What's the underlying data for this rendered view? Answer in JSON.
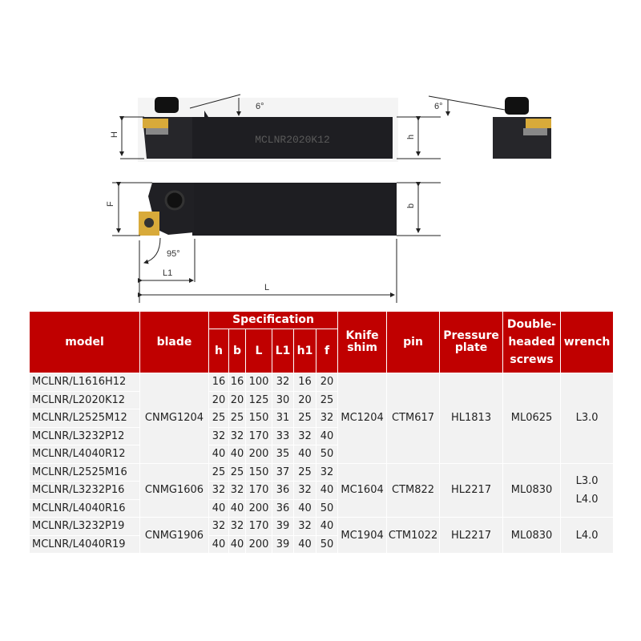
{
  "diagram": {
    "marking": "MCLNR2020K12",
    "labels": {
      "H": "H",
      "F": "F",
      "h": "h",
      "b": "b",
      "angle_top_left": "6°",
      "angle_top_right": "6°",
      "approach_angle": "95°",
      "L1": "L1",
      "L": "L"
    }
  },
  "table": {
    "headers": {
      "model": "model",
      "blade": "blade",
      "specification": "Specification",
      "spec_cols": [
        "h",
        "b",
        "L",
        "L1",
        "h1",
        "f"
      ],
      "knife_shim": "Knife shim",
      "pin": "pin",
      "pressure_plate": "Pressure plate",
      "screws": "Double-headed screws",
      "wrench": "wrench"
    },
    "rows": [
      {
        "model": "MCLNR/L1616H12",
        "spec": [
          "16",
          "16",
          "100",
          "32",
          "16",
          "20"
        ]
      },
      {
        "model": "MCLNR/L2020K12",
        "spec": [
          "20",
          "20",
          "125",
          "30",
          "20",
          "25"
        ]
      },
      {
        "model": "MCLNR/L2525M12",
        "spec": [
          "25",
          "25",
          "150",
          "31",
          "25",
          "32"
        ]
      },
      {
        "model": "MCLNR/L3232P12",
        "spec": [
          "32",
          "32",
          "170",
          "33",
          "32",
          "40"
        ]
      },
      {
        "model": "MCLNR/L4040R12",
        "spec": [
          "40",
          "40",
          "200",
          "35",
          "40",
          "50"
        ]
      },
      {
        "model": "MCLNR/L2525M16",
        "spec": [
          "25",
          "25",
          "150",
          "37",
          "25",
          "32"
        ]
      },
      {
        "model": "MCLNR/L3232P16",
        "spec": [
          "32",
          "32",
          "170",
          "36",
          "32",
          "40"
        ]
      },
      {
        "model": "MCLNR/L4040R16",
        "spec": [
          "40",
          "40",
          "200",
          "36",
          "40",
          "50"
        ]
      },
      {
        "model": "MCLNR/L3232P19",
        "spec": [
          "32",
          "32",
          "170",
          "39",
          "32",
          "40"
        ]
      },
      {
        "model": "MCLNR/L4040R19",
        "spec": [
          "40",
          "40",
          "200",
          "39",
          "40",
          "50"
        ]
      }
    ],
    "groups": [
      {
        "blade": "CNMG1204",
        "shim": "MC1204",
        "pin": "CTM617",
        "plate": "HL1813",
        "screw": "ML0625",
        "wrench": "L3.0"
      },
      {
        "blade": "CNMG1606",
        "shim": "MC1604",
        "pin": "CTM822",
        "plate": "HL2217",
        "screw": "ML0830",
        "wrench": "L3.0",
        "wrench2": "L4.0"
      },
      {
        "blade": "CNMG1906",
        "shim": "MC1904",
        "pin": "CTM1022",
        "plate": "HL2217",
        "screw": "ML0830",
        "wrench": "L4.0"
      }
    ]
  }
}
